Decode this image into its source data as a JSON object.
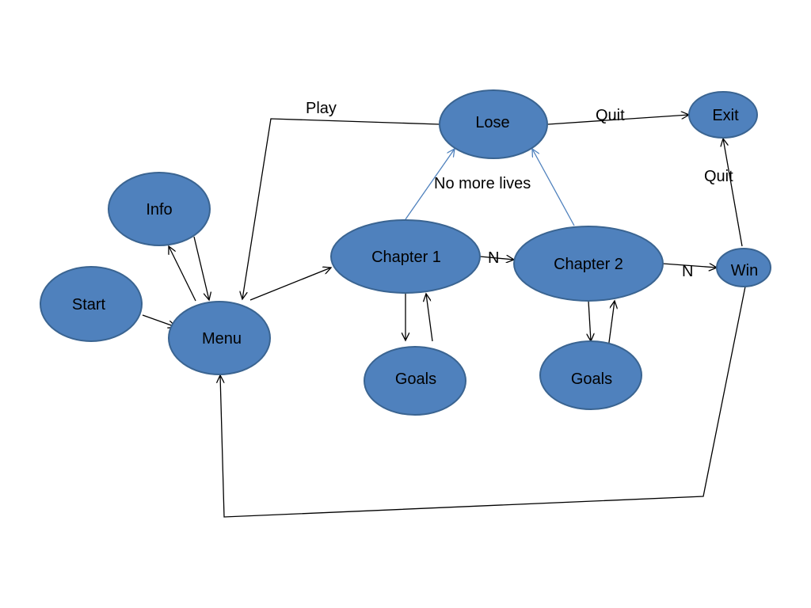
{
  "diagram": {
    "nodes": [
      {
        "id": "start",
        "label": "Start"
      },
      {
        "id": "info",
        "label": "Info"
      },
      {
        "id": "menu",
        "label": "Menu"
      },
      {
        "id": "chapter1",
        "label": "Chapter 1"
      },
      {
        "id": "chapter2",
        "label": "Chapter 2"
      },
      {
        "id": "lose",
        "label": "Lose"
      },
      {
        "id": "exit",
        "label": "Exit"
      },
      {
        "id": "win",
        "label": "Win"
      },
      {
        "id": "goals1",
        "label": "Goals"
      },
      {
        "id": "goals2",
        "label": "Goals"
      }
    ],
    "edge_labels": {
      "play": "Play",
      "quit_lose_exit": "Quit",
      "quit_win_exit": "Quit",
      "no_more_lives": "No more lives",
      "n_ch1_ch2": "N",
      "n_ch2_win": "N"
    },
    "colors": {
      "node_fill": "#4f81bd",
      "node_stroke": "#3a6491",
      "edge": "#000000",
      "edge_lose": "#4f81bd"
    }
  }
}
